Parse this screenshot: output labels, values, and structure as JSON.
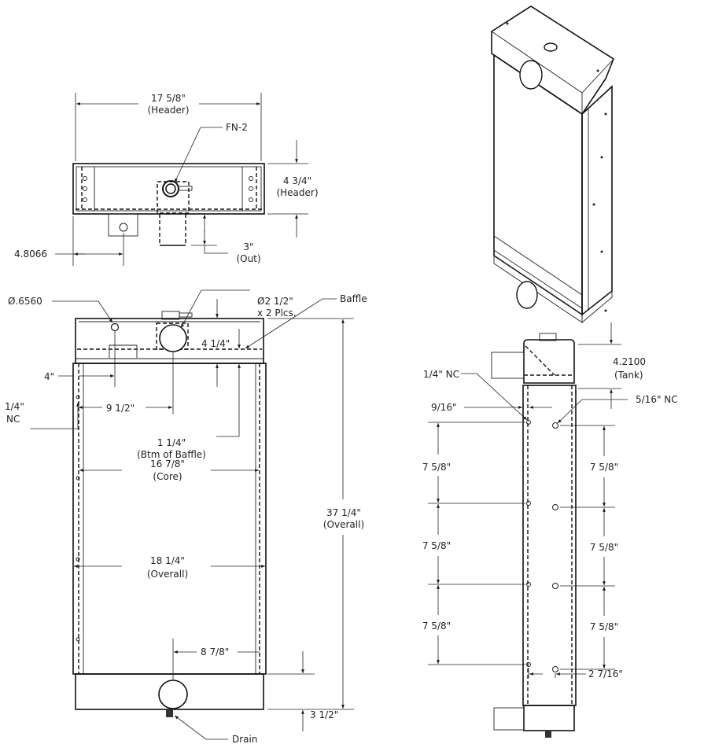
{
  "top_view": {
    "header_width": "17 5/8\"",
    "header_width_note": "(Header)",
    "fill_neck": "FN-2",
    "header_depth": "4 3/4\"",
    "header_depth_note": "(Header)",
    "outlet": "3\"",
    "outlet_note": "(Out)",
    "bracket_offset": "4.8066"
  },
  "front_view": {
    "hole_dia": "Ø.6560",
    "pipe_dia": "Ø2 1/2\"",
    "pipe_qty": "x 2 Plcs.",
    "baffle": "Baffle",
    "baffle_height": "4 1/4\"",
    "hole_offset": "4\"",
    "pipe_offset": "9 1/2\"",
    "nc_left_1": "1/4\"",
    "nc_left_2": "NC",
    "btm_baffle": "1 1/4\"",
    "btm_baffle_note": "(Btm of Baffle)",
    "core_width": "16 7/8\"",
    "core_note": "(Core)",
    "overall_width": "18 1/4\"",
    "overall_width_note": "(Overall)",
    "overall_height": "37 1/4\"",
    "overall_height_note": "(Overall)",
    "bottom_pipe_offset": "8 7/8\"",
    "bottom_tank": "3 1/2\"",
    "drain": "Drain"
  },
  "side_view": {
    "nc_quarter": "1/4\" NC",
    "nc_five_sixteenth": "5/16\"  NC",
    "tank": "4.2100",
    "tank_note": "(Tank)",
    "left_offset": "9/16\"",
    "pitch_left": [
      "7 5/8\"",
      "7 5/8\"",
      "7 5/8\""
    ],
    "pitch_right": [
      "7 5/8\"",
      "7 5/8\"",
      "7 5/8\""
    ],
    "right_offset": "2 7/16\""
  }
}
